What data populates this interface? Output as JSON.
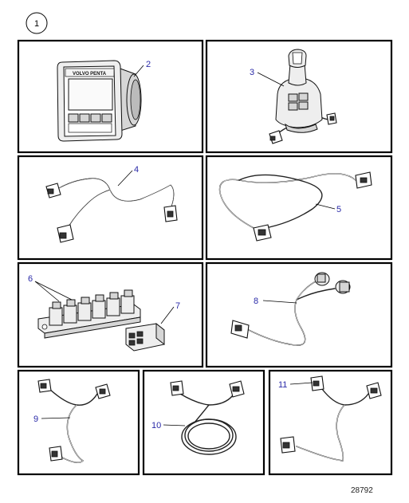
{
  "sheet": {
    "number": "1",
    "drawing_id": "28792"
  },
  "callouts": {
    "c2": "2",
    "c3": "3",
    "c4": "4",
    "c5": "5",
    "c6": "6",
    "c7": "7",
    "c8": "8",
    "c9": "9",
    "c10": "10",
    "c11": "11"
  },
  "display_brand": "VOLVO PENTA",
  "colors": {
    "callout": "#2a2aa8",
    "frame": "#000000"
  }
}
